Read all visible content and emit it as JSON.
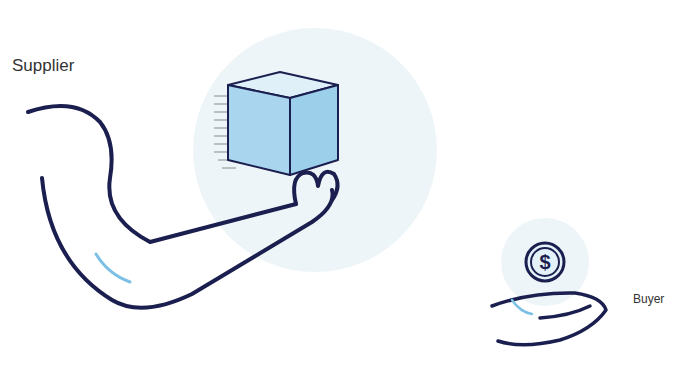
{
  "diagram": {
    "nodes": [
      {
        "text": [
          "$"
        ]
      }
    ],
    "labels": [
      "Supplier",
      "Buyer"
    ]
  }
}
